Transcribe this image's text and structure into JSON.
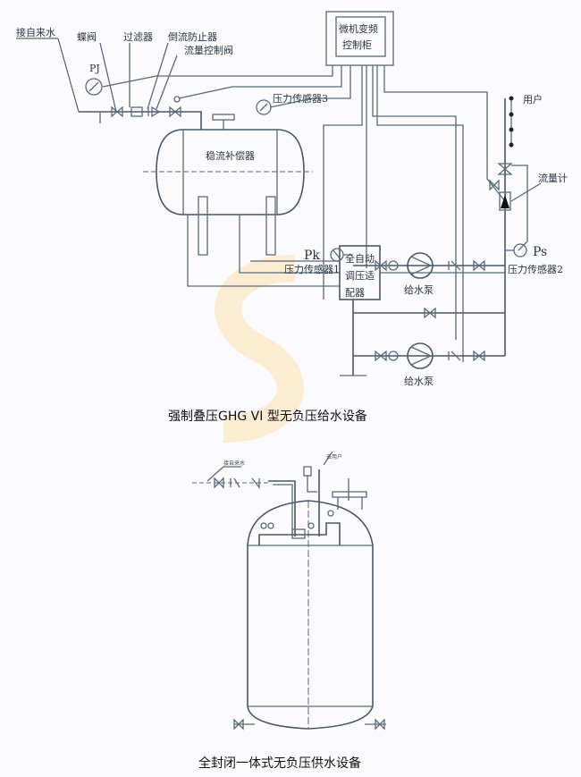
{
  "diagram1": {
    "labels": {
      "water_inlet": "接自来水",
      "butterfly_valve": "蝶阀",
      "filter": "过滤器",
      "backflow_preventer": "倒流防止器",
      "flow_control_valve": "流量控制阀",
      "pj": "PJ",
      "control_cabinet_line1": "微机变频",
      "control_cabinet_line2": "控制柜",
      "pressure_sensor_3": "压力传感器3",
      "stabilizer_tank": "稳流补偿器",
      "user": "用户",
      "flow_meter": "流量计",
      "regulator_line1": "全自动",
      "regulator_line2": "调压适",
      "regulator_line3": "配器",
      "pk": "Pk",
      "pressure_sensor_1": "压力传感器1",
      "ps": "Ps",
      "pressure_sensor_2": "压力传感器2",
      "pump_1": "给水泵",
      "pump_2": "给水泵"
    },
    "title": "强制叠压GHG VI 型无负压给水设备"
  },
  "diagram2": {
    "labels": {
      "water_inlet": "接自来水",
      "to_user": "去用户"
    },
    "title": "全封闭一体式无负压供水设备"
  }
}
